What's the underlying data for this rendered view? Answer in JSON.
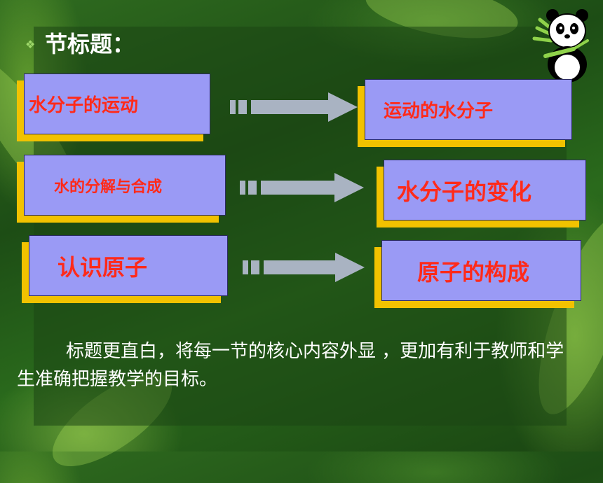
{
  "heading": "节标题：",
  "rows": [
    {
      "left": "水分子的运动",
      "right": "运动的水分子"
    },
    {
      "left": "水的分解与合成",
      "right": "水分子的变化"
    },
    {
      "left": "认识原子",
      "right": "原子的构成"
    }
  ],
  "note": "标题更直白，将每一节的核心内容外显 ，更加有利于教师和学生准确把握教学的目标。",
  "colors": {
    "box": "#9a9af5",
    "shadow": "#f2c200",
    "box_text": "#ff2a1a",
    "arrow": "#a9b3c2"
  },
  "icons": {
    "bullet": "diamond-bullet-icon",
    "mascot": "panda-icon"
  }
}
